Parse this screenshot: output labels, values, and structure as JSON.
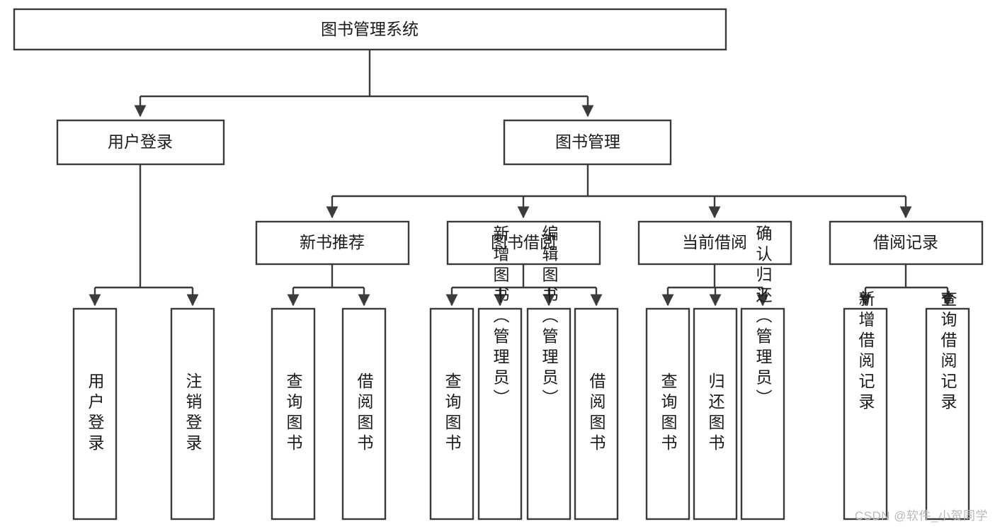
{
  "diagram": {
    "type": "tree-hierarchy",
    "title": "图书管理系统",
    "watermark": "CSDN @软件_小贺同学",
    "colors": {
      "stroke": "#3b3b3b",
      "fill": "#ffffff",
      "text": "#1a1a1a",
      "watermark": "#b9b9b9",
      "background": "#ffffff"
    },
    "levels": [
      {
        "level": 1,
        "nodes": [
          {
            "id": "root",
            "label": "图书管理系统",
            "orientation": "horizontal"
          }
        ]
      },
      {
        "level": 2,
        "nodes": [
          {
            "id": "login",
            "label": "用户登录",
            "orientation": "horizontal",
            "parent": "root"
          },
          {
            "id": "bookmgmt",
            "label": "图书管理",
            "orientation": "horizontal",
            "parent": "root"
          }
        ]
      },
      {
        "level": 3,
        "nodes": [
          {
            "id": "newbook",
            "label": "新书推荐",
            "orientation": "horizontal",
            "parent": "bookmgmt"
          },
          {
            "id": "borrow",
            "label": "图书借阅",
            "orientation": "horizontal",
            "parent": "bookmgmt"
          },
          {
            "id": "current",
            "label": "当前借阅",
            "orientation": "horizontal",
            "parent": "bookmgmt"
          },
          {
            "id": "records",
            "label": "借阅记录",
            "orientation": "horizontal",
            "parent": "bookmgmt"
          }
        ]
      },
      {
        "level": 4,
        "nodes": [
          {
            "id": "leaf1",
            "label": "用户登录",
            "orientation": "vertical",
            "parent": "login"
          },
          {
            "id": "leaf2",
            "label": "注销登录",
            "orientation": "vertical",
            "parent": "login"
          },
          {
            "id": "leaf3",
            "label": "查询图书",
            "orientation": "vertical",
            "parent": "newbook"
          },
          {
            "id": "leaf4",
            "label": "借阅图书",
            "orientation": "vertical",
            "parent": "newbook"
          },
          {
            "id": "leaf5",
            "label": "查询图书",
            "orientation": "vertical",
            "parent": "borrow"
          },
          {
            "id": "leaf6",
            "label": "新增图书（管理员）",
            "orientation": "vertical",
            "parent": "borrow"
          },
          {
            "id": "leaf7",
            "label": "编辑图书（管理员）",
            "orientation": "vertical",
            "parent": "borrow"
          },
          {
            "id": "leaf8",
            "label": "借阅图书",
            "orientation": "vertical",
            "parent": "borrow"
          },
          {
            "id": "leaf9",
            "label": "查询图书",
            "orientation": "vertical",
            "parent": "current"
          },
          {
            "id": "leaf10",
            "label": "归还图书",
            "orientation": "vertical",
            "parent": "current"
          },
          {
            "id": "leaf11",
            "label": "确认归还（管理员）",
            "orientation": "vertical",
            "parent": "current"
          },
          {
            "id": "leaf12",
            "label": "新增借阅记录",
            "orientation": "vertical",
            "parent": "records"
          },
          {
            "id": "leaf13",
            "label": "查询借阅记录",
            "orientation": "vertical",
            "parent": "records"
          }
        ]
      }
    ]
  }
}
